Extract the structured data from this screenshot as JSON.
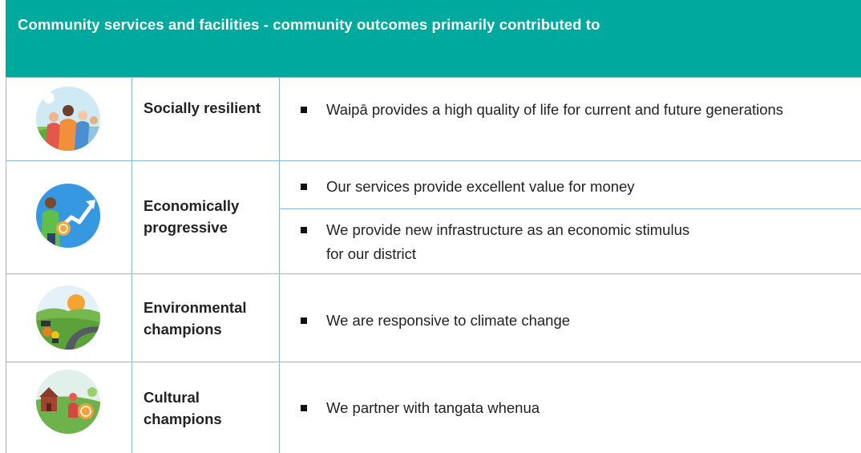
{
  "header": {
    "title": "Community services and facilities - community outcomes primarily contributed to"
  },
  "rows": [
    {
      "icon": "people-group-icon",
      "label": "Socially resilient",
      "outcomes": [
        "Waipā provides a high quality of life for current and future generations"
      ]
    },
    {
      "icon": "growth-chart-icon",
      "label": "Economically progressive",
      "outcomes": [
        "Our services provide excellent value for money",
        "We provide new infrastructure as an economic stimulus for our district"
      ]
    },
    {
      "icon": "landscape-road-icon",
      "label": "Environmental champions",
      "outcomes": [
        "We are responsive to climate change"
      ]
    },
    {
      "icon": "cultural-landscape-icon",
      "label": "Cultural champions",
      "outcomes": [
        "We partner with tangata whenua"
      ]
    }
  ],
  "colors": {
    "header_bg": "#00a99d",
    "border": "#8ab8d6"
  }
}
